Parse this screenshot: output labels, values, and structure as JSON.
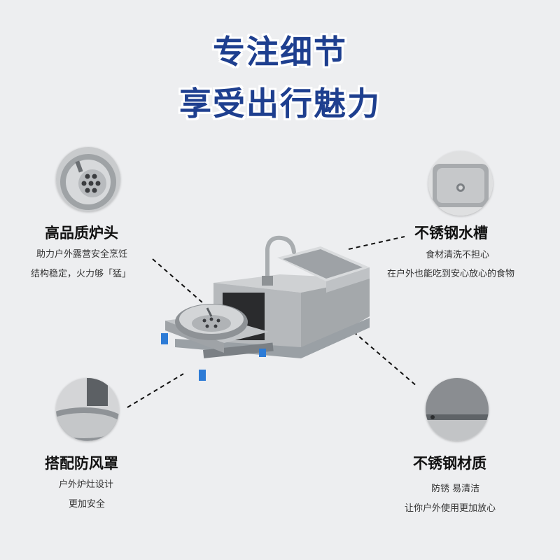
{
  "headline": {
    "line1": "专注细节",
    "line2": "享受出行魅力"
  },
  "features": [
    {
      "title": "高品质炉头",
      "lines": [
        "助力户外露营安全烹饪",
        "结构稳定，火力够「猛」"
      ]
    },
    {
      "title": "不锈钢水槽",
      "lines": [
        "食材清洗不担心",
        "在户外也能吃到安心放心的食物"
      ]
    },
    {
      "title": "搭配防风罩",
      "lines": [
        "户外炉灶设计",
        "更加安全"
      ]
    },
    {
      "title": "不锈钢材质",
      "lines": [
        "防锈 易清洁",
        "让你户外使用更加放心"
      ]
    }
  ],
  "colors": {
    "headline": "#1e3f8f",
    "background": "#edeef0",
    "steel": "#b9bcbf"
  }
}
